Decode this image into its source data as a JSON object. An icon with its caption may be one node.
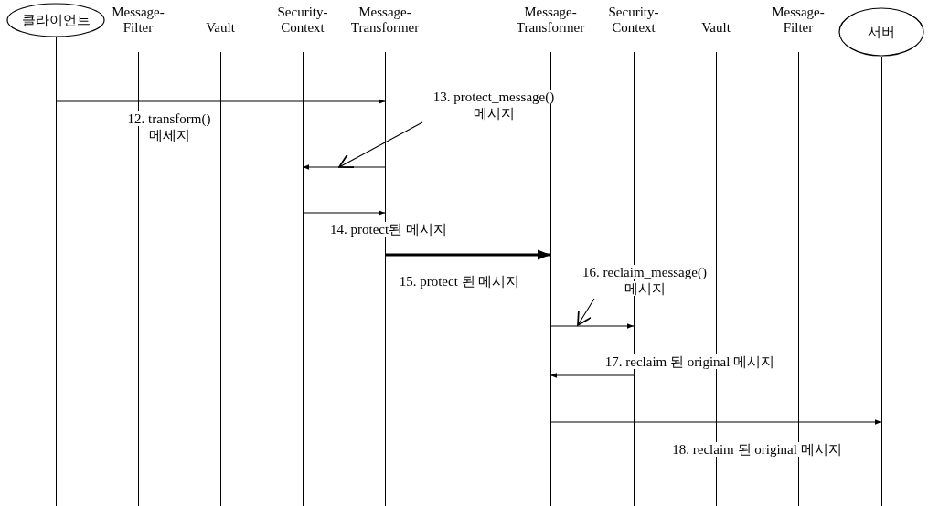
{
  "diagram": {
    "nodes": [
      {
        "text": [
          "클라이언트"
        ]
      },
      {
        "text": [
          "Message- Filter"
        ]
      },
      {
        "text": [
          "Vault"
        ]
      },
      {
        "text": [
          "Security- Context"
        ]
      },
      {
        "text": [
          "Message- Transformer"
        ]
      },
      {
        "text": [
          "Message- Transformer"
        ]
      },
      {
        "text": [
          "Security- Context"
        ]
      },
      {
        "text": [
          "Vault"
        ]
      },
      {
        "text": [
          "Message- Filter"
        ]
      },
      {
        "text": [
          "서버"
        ]
      },
      {
        "text": [
          "13. protect_message() 메시지"
        ]
      },
      {
        "text": [
          "16. reclaim_message() 메시지"
        ]
      }
    ],
    "edges": [
      {
        "from": 0,
        "to": 4,
        "arrow": "to",
        "label": "12. transform() 메세지"
      },
      {
        "from": 4,
        "to": 3,
        "arrow": "to"
      },
      {
        "from": 10,
        "to": null,
        "arrow": "to"
      },
      {
        "from": 3,
        "to": 4,
        "arrow": "to",
        "label": "14. protect된 메시지"
      },
      {
        "from": 4,
        "to": 5,
        "arrow": "to",
        "label": "15. protect 된 메시지",
        "style": "thick"
      },
      {
        "from": 5,
        "to": 6,
        "arrow": "to"
      },
      {
        "from": 11,
        "to": null,
        "arrow": "to"
      },
      {
        "from": 6,
        "to": 5,
        "arrow": "to",
        "label": "17. reclaim 된 original 메시지"
      },
      {
        "from": 5,
        "to": 9,
        "arrow": "to",
        "label": "18. reclaim 된 original 메시지"
      }
    ]
  }
}
